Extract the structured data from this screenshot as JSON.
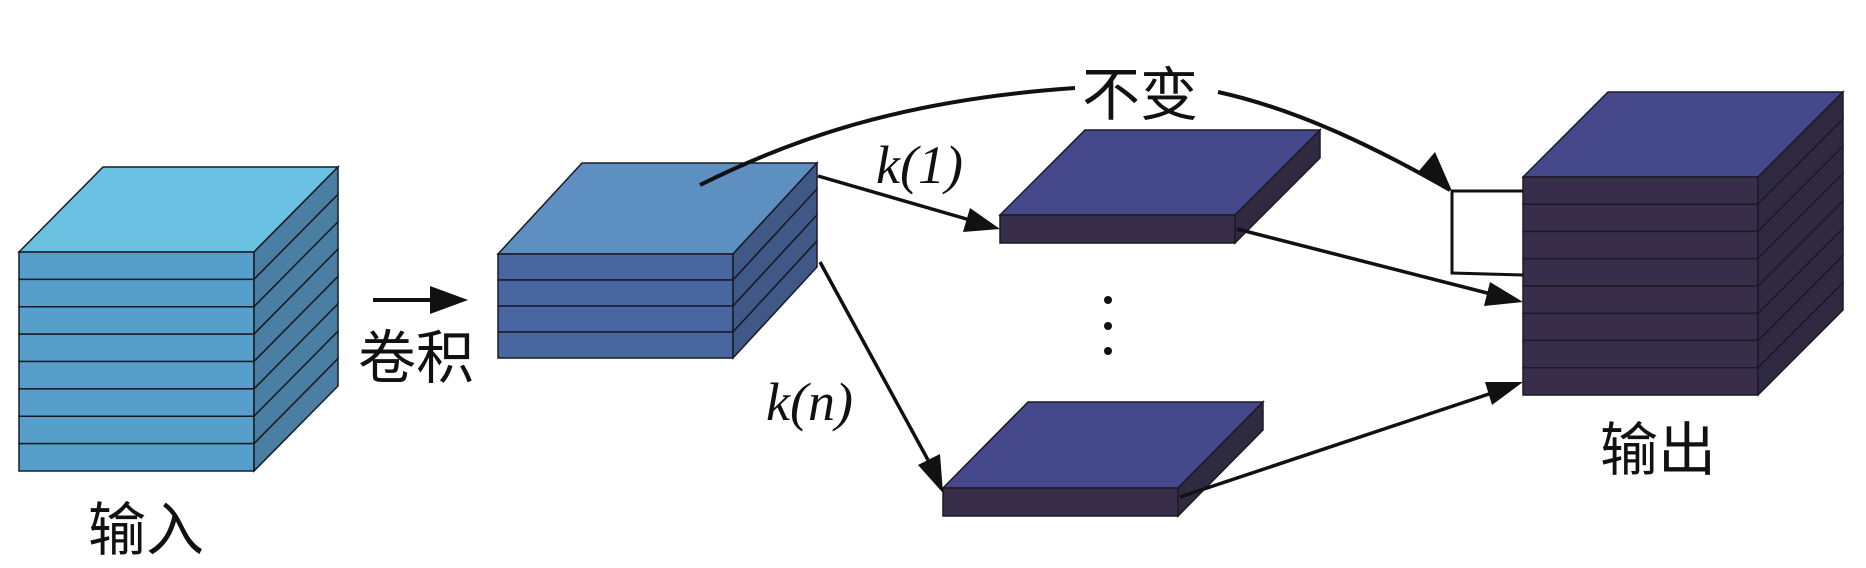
{
  "labels": {
    "input": "输入",
    "convolution": "卷积",
    "unchanged": "不变",
    "output": "输出",
    "k1": "k(1)",
    "kn": "k(n)",
    "ellipsis": "⋮"
  },
  "blocks": {
    "input": {
      "layers": 8,
      "colors": {
        "top": "#6BC1E1",
        "front": "#579FCB",
        "side": "#4A7FA3"
      }
    },
    "conv": {
      "layers": 4,
      "colors": {
        "top": "#5E8FC1",
        "front": "#4866A0",
        "side": "#3F5886"
      }
    },
    "slab_k1": {
      "layers": 1,
      "colors": {
        "top": "#45488B",
        "front": "#382E4A",
        "side": "#2F2A40"
      }
    },
    "slab_kn": {
      "layers": 1,
      "colors": {
        "top": "#45488B",
        "front": "#382E4A",
        "side": "#2F2A40"
      }
    },
    "output": {
      "layers": 8,
      "colors": {
        "top": "#45488B",
        "front": "#382E4A",
        "side": "#2F2A40"
      }
    }
  }
}
